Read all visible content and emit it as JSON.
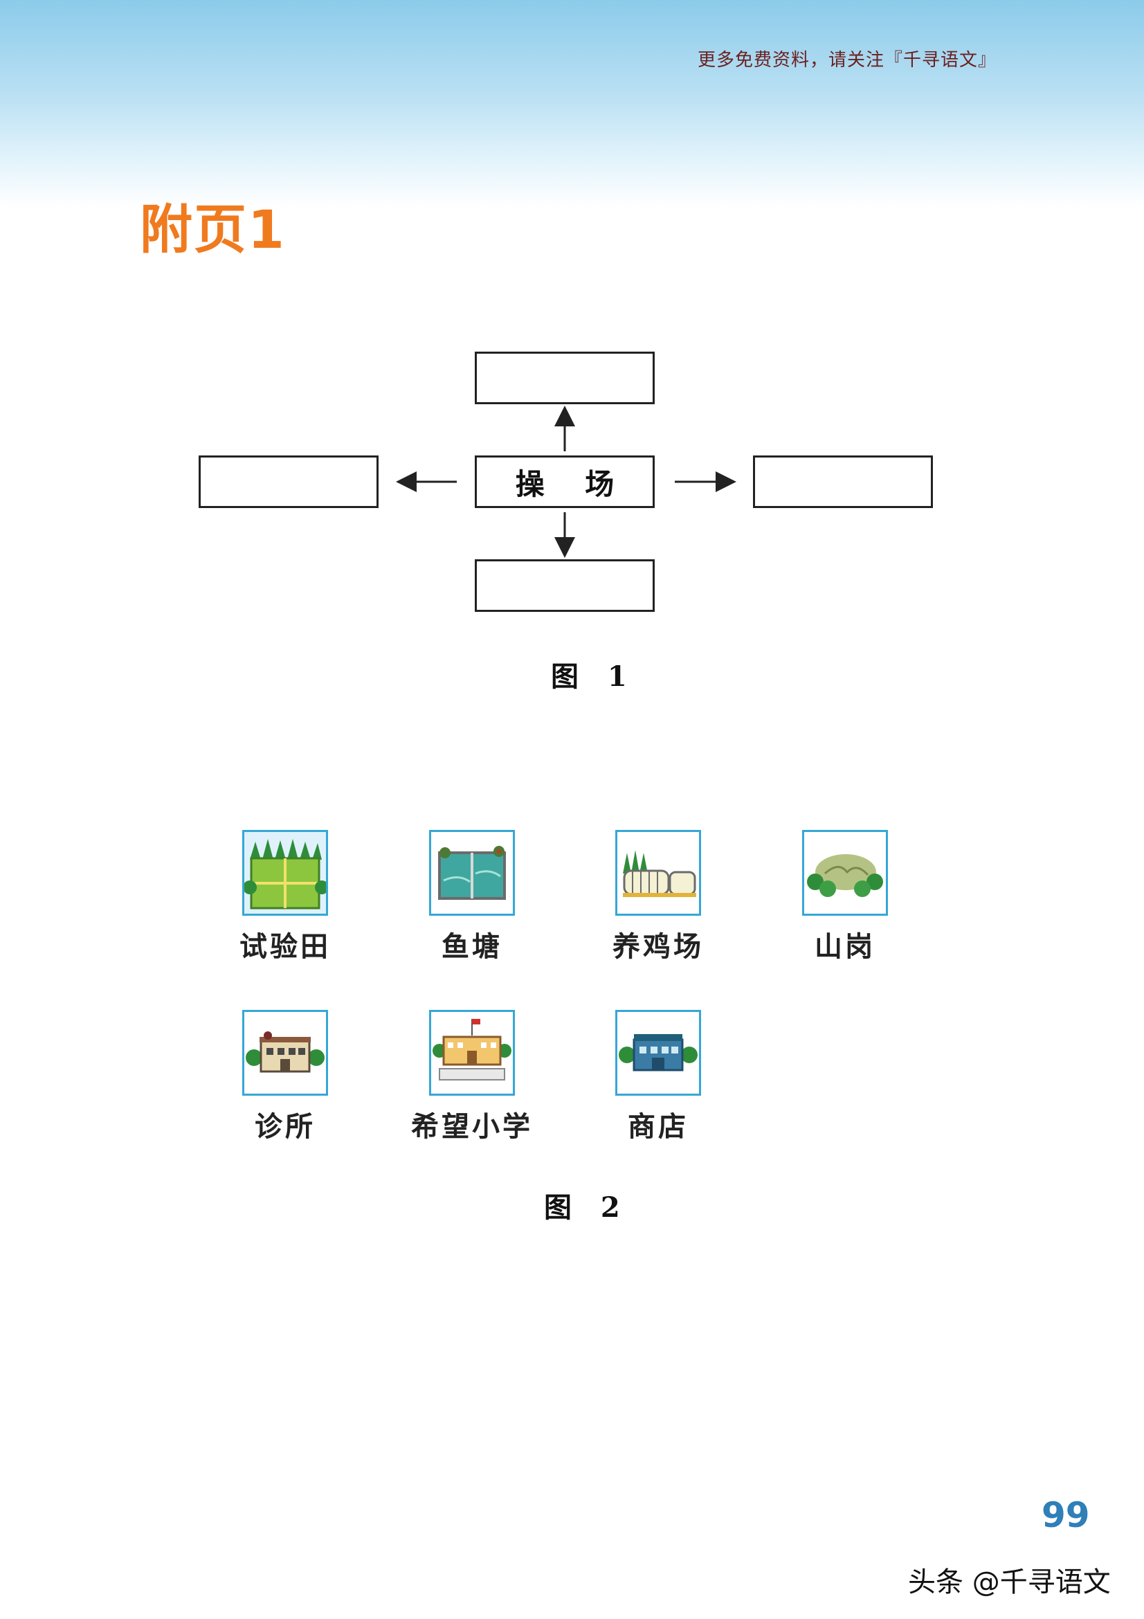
{
  "header": {
    "promo_text": "更多免费资料，请关注『千寻语文』"
  },
  "title": "附页1",
  "figure1": {
    "center_label": "操 场",
    "caption": "图 1"
  },
  "figure2": {
    "caption": "图 2",
    "places": [
      {
        "label": "试验田",
        "icon": "field-icon"
      },
      {
        "label": "鱼塘",
        "icon": "fish-pond-icon"
      },
      {
        "label": "养鸡场",
        "icon": "chicken-farm-icon"
      },
      {
        "label": "山岗",
        "icon": "hill-icon"
      },
      {
        "label": "诊所",
        "icon": "clinic-icon"
      },
      {
        "label": "希望小学",
        "icon": "school-icon"
      },
      {
        "label": "商店",
        "icon": "shop-icon"
      }
    ]
  },
  "page_number": "99",
  "watermark": "头条 @千寻语文",
  "colors": {
    "title": "#f07a1e",
    "tile_border": "#35a7d6",
    "page_number": "#2f7fb8"
  }
}
